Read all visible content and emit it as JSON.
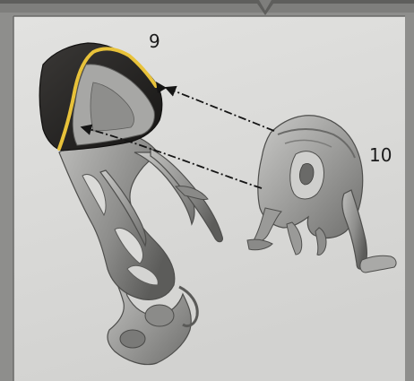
{
  "callouts": {
    "part_a": "9",
    "part_b": "10"
  },
  "colors": {
    "panel_background": "#dcdcda",
    "outer_frame": "#8e8e8c",
    "highlight_edge": "#e8c23a",
    "dark_cover": "#2a2828",
    "part_gray": "#a9a9a7",
    "arrow": "#151515"
  },
  "relations": [
    {
      "from": "part_b",
      "to": "part_a",
      "kind": "attach-arrow"
    },
    {
      "from": "part_b",
      "to": "part_a",
      "kind": "attach-arrow"
    }
  ]
}
